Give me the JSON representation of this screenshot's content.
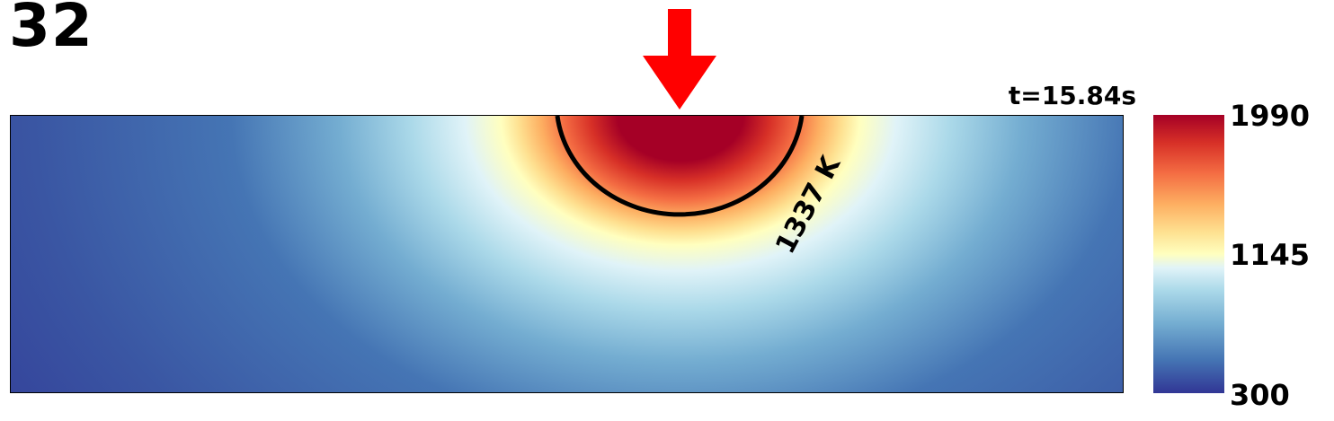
{
  "frame_number": "32",
  "time_label": "t=15.84s",
  "contour_label": "1337 K",
  "colorbar": {
    "ticks": [
      {
        "label": "1990",
        "value": 1990
      },
      {
        "label": "1145",
        "value": 1145
      },
      {
        "label": "300",
        "value": 300
      }
    ],
    "min": 300,
    "max": 1990,
    "colormap": "RdYlBu_r"
  },
  "colors": {
    "arrow": "#ff0000",
    "contour": "#000000"
  },
  "chart_data": {
    "type": "heatmap",
    "title": "",
    "xlabel": "",
    "ylabel": "",
    "annotations": [
      "t=15.84s",
      "1337 K"
    ],
    "value_range": [
      300,
      1990
    ],
    "contour_levels": [
      1337
    ],
    "colorbar_ticks": [
      1990,
      1145,
      300
    ]
  }
}
